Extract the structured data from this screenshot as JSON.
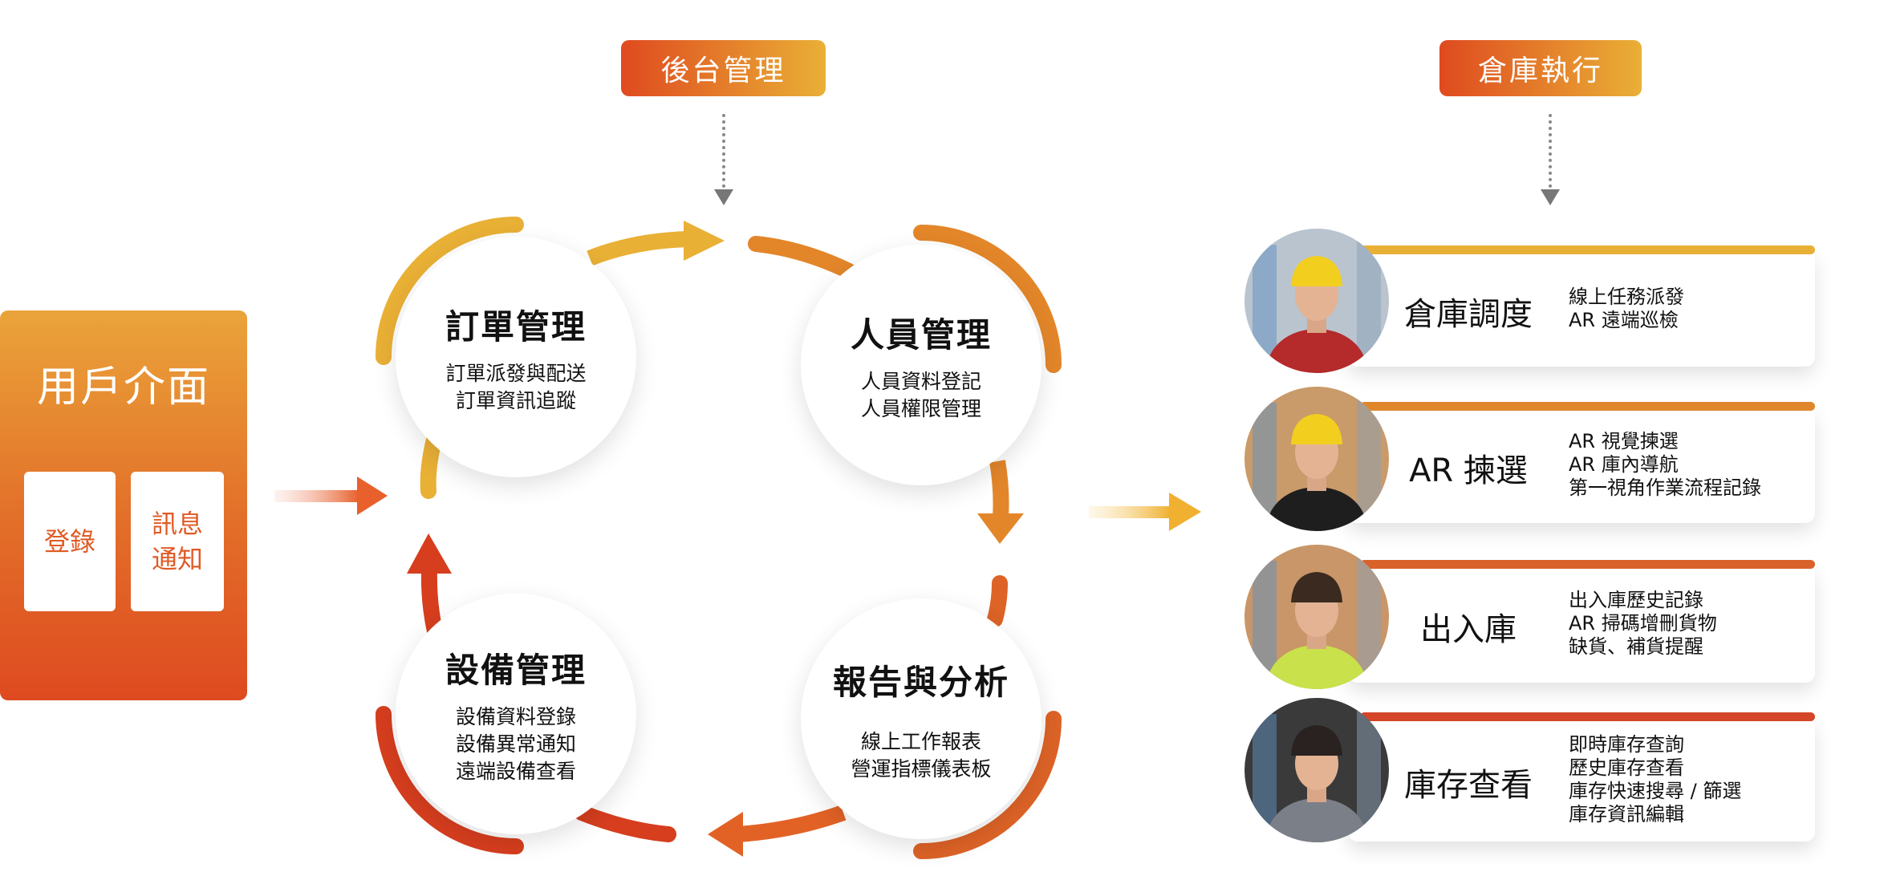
{
  "user_interface": {
    "title": "用戶介面",
    "buttons": [
      "登錄",
      "訊息通知"
    ]
  },
  "backend": {
    "badge": "後台管理",
    "modules": [
      {
        "title": "訂單管理",
        "items": [
          "訂單派發與配送",
          "訂單資訊追蹤"
        ]
      },
      {
        "title": "人員管理",
        "items": [
          "人員資料登記",
          "人員權限管理"
        ]
      },
      {
        "title": "設備管理",
        "items": [
          "設備資料登錄",
          "設備異常通知",
          "遠端設備查看"
        ]
      },
      {
        "title": "報告與分析",
        "items": [
          "線上工作報表",
          "營運指標儀表板"
        ]
      }
    ]
  },
  "warehouse": {
    "badge": "倉庫執行",
    "cards": [
      {
        "title": "倉庫調度",
        "items": [
          "線上任務派發",
          "AR 遠端巡檢"
        ],
        "color": "#E9B036"
      },
      {
        "title": "AR 揀選",
        "items": [
          "AR 視覺揀選",
          "AR 庫內導航",
          "第一視角作業流程記錄"
        ],
        "color": "#E0872C"
      },
      {
        "title": "出入庫",
        "items": [
          "出入庫歷史記錄",
          "AR 掃碼增刪貨物",
          "缺貨、補貨提醒"
        ],
        "color": "#D9622B"
      },
      {
        "title": "庫存查看",
        "items": [
          "即時庫存查詢",
          "歷史庫存查看",
          "庫存快速搜尋 / 篩選",
          "庫存資訊編輯"
        ],
        "color": "#D4452A"
      }
    ]
  },
  "colors": {
    "yellow": "#E9B036",
    "orange": "#E3862A",
    "deep_orange": "#DD6327",
    "red": "#D63E1E"
  }
}
